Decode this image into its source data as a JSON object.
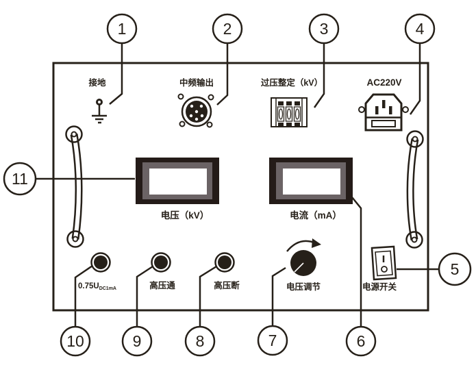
{
  "figure": {
    "type": "instrument-front-panel-diagram",
    "background": "#ffffff",
    "ink_color": "#262019",
    "display_bezel_color": "#241b18",
    "display_frame_color": "#6b6365",
    "display_window_color": "#ffffff"
  },
  "panel": {
    "top_row": {
      "ground": {
        "label": "接地"
      },
      "mf_output": {
        "label": "中频输出"
      },
      "overvoltage_setting": {
        "label": "过压整定（kV）"
      },
      "ac_power": {
        "label": "AC220V"
      }
    },
    "displays": {
      "voltage": {
        "label": "电压（kV）",
        "value": ""
      },
      "current": {
        "label": "电流（mA）",
        "value": ""
      }
    },
    "controls": {
      "test_button": {
        "label": "0.75U",
        "subscript": "DC1mA"
      },
      "hv_on_button": {
        "label": "高压通"
      },
      "hv_off_button": {
        "label": "高压断"
      },
      "voltage_knob": {
        "label": "电压调节"
      },
      "power_switch": {
        "label": "电源开关",
        "on_symbol": "I",
        "off_symbol": "O"
      }
    }
  },
  "callouts": [
    {
      "number": "1"
    },
    {
      "number": "2"
    },
    {
      "number": "3"
    },
    {
      "number": "4"
    },
    {
      "number": "5"
    },
    {
      "number": "6"
    },
    {
      "number": "7"
    },
    {
      "number": "8"
    },
    {
      "number": "9"
    },
    {
      "number": "10"
    },
    {
      "number": "11"
    }
  ]
}
